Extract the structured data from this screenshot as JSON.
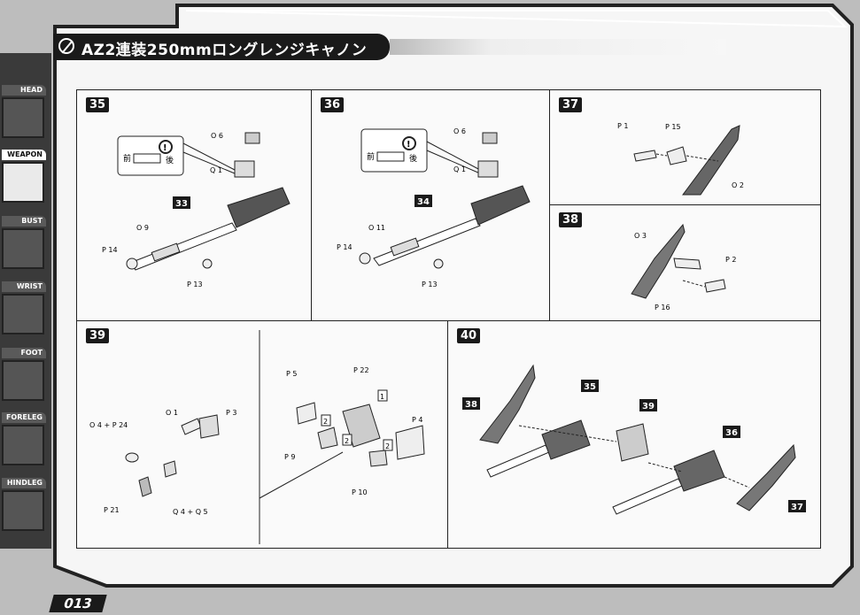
{
  "title": "AZ2連装250mmロングレンジキャノン",
  "page_number": "013",
  "sidebar": [
    {
      "label": "HEAD",
      "active": false
    },
    {
      "label": "WEAPON",
      "active": true
    },
    {
      "label": "BUST",
      "active": false
    },
    {
      "label": "WRIST",
      "active": false
    },
    {
      "label": "FOOT",
      "active": false
    },
    {
      "label": "FORELEG",
      "active": false
    },
    {
      "label": "HINDLEG",
      "active": false
    }
  ],
  "steps": {
    "s35": {
      "num": "35",
      "ref": "33",
      "parts": [
        "O 6",
        "Q 1",
        "O 9",
        "P 14",
        "P 13"
      ],
      "note": [
        "前",
        "後"
      ]
    },
    "s36": {
      "num": "36",
      "ref": "34",
      "parts": [
        "O 6",
        "Q 1",
        "O 11",
        "P 14",
        "P 13"
      ],
      "note": [
        "前",
        "後"
      ]
    },
    "s37": {
      "num": "37",
      "parts": [
        "P 1",
        "P 15",
        "O 2"
      ]
    },
    "s38": {
      "num": "38",
      "parts": [
        "O 3",
        "P 2",
        "P 16"
      ]
    },
    "s39": {
      "num": "39",
      "parts": [
        "O 4 + P 24",
        "O 1",
        "P 3",
        "P 21",
        "Q 4 + Q 5",
        "P 22",
        "P 5",
        "P 4",
        "P 9",
        "P 10"
      ],
      "callouts": [
        "1",
        "2",
        "2",
        "2"
      ]
    },
    "s40": {
      "num": "40",
      "refs": [
        "38",
        "35",
        "39",
        "36",
        "37"
      ]
    }
  }
}
